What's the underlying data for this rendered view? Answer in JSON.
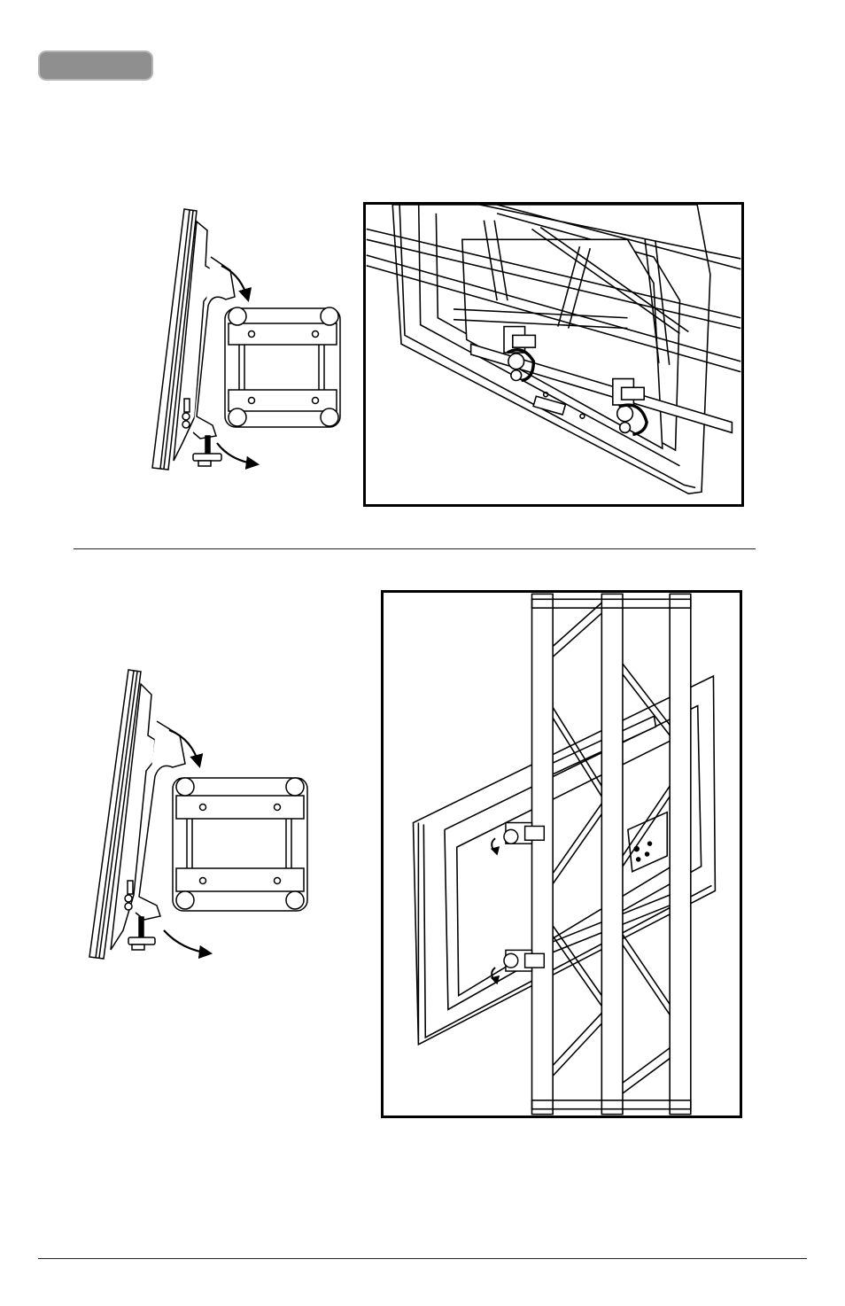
{
  "page": {
    "section_tab": {
      "label": ""
    }
  },
  "figures": [
    {
      "id": "side-view-upper",
      "content": "illustration"
    },
    {
      "id": "horizontal-truss-detail",
      "content": "illustration"
    },
    {
      "id": "side-view-lower",
      "content": "illustration"
    },
    {
      "id": "vertical-truss-detail",
      "content": "illustration"
    }
  ]
}
